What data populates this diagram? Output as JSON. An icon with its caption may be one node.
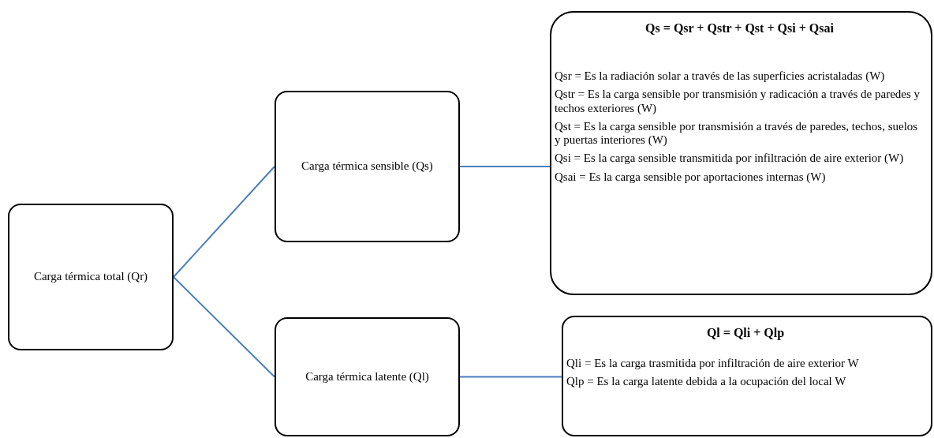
{
  "diagram": {
    "nodes": [
      {
        "text": [
          "Carga térmica total (Qr)"
        ]
      },
      {
        "text": [
          "Carga térmica sensible (Qs)"
        ]
      },
      {
        "text": [
          "Carga térmica latente (Ql)"
        ]
      },
      {
        "text": [
          "Qs = Qsr + Qstr + Qst + Qsi + Qsai",
          "Qsr = Es la radiación solar a través de las superficies acristaladas (W)",
          "Qstr = Es la carga sensible por transmisión y radicación a través de paredes y techos exteriores (W)",
          "Qst = Es la carga sensible por transmisión a través de paredes, techos, suelos y puertas interiores (W)",
          "Qsi = Es la carga sensible transmitida por infiltración de aire exterior (W)",
          "Qsai = Es la carga sensible por aportaciones internas (W)"
        ]
      },
      {
        "text": [
          "Ql = Qli + Qlp",
          "Qli = Es la carga trasmitida por infiltración de aire exterior W",
          "Qlp = Es la carga latente debida a la ocupación del local W"
        ]
      }
    ],
    "edges": [
      {
        "from": 0,
        "to": 1,
        "arrow": "none"
      },
      {
        "from": 0,
        "to": 2,
        "arrow": "none"
      },
      {
        "from": 1,
        "to": 3,
        "arrow": "none"
      },
      {
        "from": 2,
        "to": 4,
        "arrow": "none"
      }
    ]
  }
}
